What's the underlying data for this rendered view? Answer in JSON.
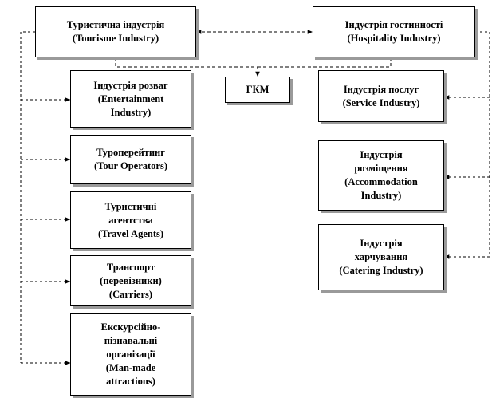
{
  "nodes": {
    "tourism": {
      "line1": "Туристична індустрія",
      "line2": "(Tourisme Industry)"
    },
    "hospitality": {
      "line1": "Індустрія гостинності",
      "line2": "(Hospitality Industry)"
    },
    "gkm": {
      "line1": "ГКМ"
    },
    "entertainment": {
      "line1": "Індустрія розваг",
      "line2": "(Entertainment",
      "line3": "Industry)"
    },
    "tour_operators": {
      "line1": "Туроперейтинг",
      "line2": "(Tour Operators)"
    },
    "travel_agents": {
      "line1": "Туристичні",
      "line2": "агентства",
      "line3": "(Travel Agents)"
    },
    "carriers": {
      "line1": "Транспорт",
      "line2": "(перевізники)",
      "line3": "(Carriers)"
    },
    "attractions": {
      "line1": "Екскурсійно-",
      "line2": "пізнавальні",
      "line3": "організації",
      "line4": "(Man-made",
      "line5": "attractions)"
    },
    "service": {
      "line1": "Індустрія послуг",
      "line2": "(Service Industry)"
    },
    "accommodation": {
      "line1": "Індустрія",
      "line2": "розміщення",
      "line3": "(Accommodation",
      "line4": "Industry)"
    },
    "catering": {
      "line1": "Індустрія",
      "line2": "харчування",
      "line3": "(Catering Industry)"
    }
  }
}
